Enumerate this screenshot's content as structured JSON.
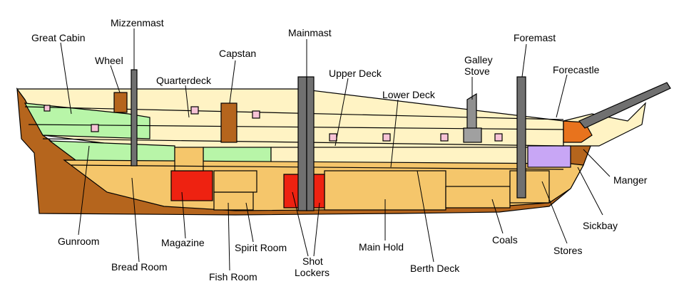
{
  "labels": {
    "great_cabin": "Great Cabin",
    "mizzenmast": "Mizzenmast",
    "wheel": "Wheel",
    "quarterdeck": "Quarterdeck",
    "capstan": "Capstan",
    "mainmast": "Mainmast",
    "upper_deck": "Upper Deck",
    "lower_deck": "Lower Deck",
    "galley_stove_line1": "Galley",
    "galley_stove_line2": "Stove",
    "foremast": "Foremast",
    "forecastle": "Forecastle",
    "manger": "Manger",
    "sickbay": "Sickbay",
    "stores": "Stores",
    "coals": "Coals",
    "berth_deck": "Berth Deck",
    "main_hold": "Main Hold",
    "shot_lockers_line1": "Shot",
    "shot_lockers_line2": "Lockers",
    "spirit_room": "Spirit Room",
    "fish_room": "Fish Room",
    "magazine": "Magazine",
    "bread_room": "Bread Room",
    "gunroom": "Gunroom"
  },
  "colors": {
    "hull_brown": "#b5651d",
    "hold_tan": "#f5c66b",
    "deck_cream": "#fff3c4",
    "gunroom_green": "#b8f5a8",
    "magazine_red": "#ee2211",
    "sickbay_purple": "#c8a6f5",
    "manger_orange": "#e8731d",
    "port_pink": "#f7c3d6",
    "mast_gray": "#707070"
  }
}
